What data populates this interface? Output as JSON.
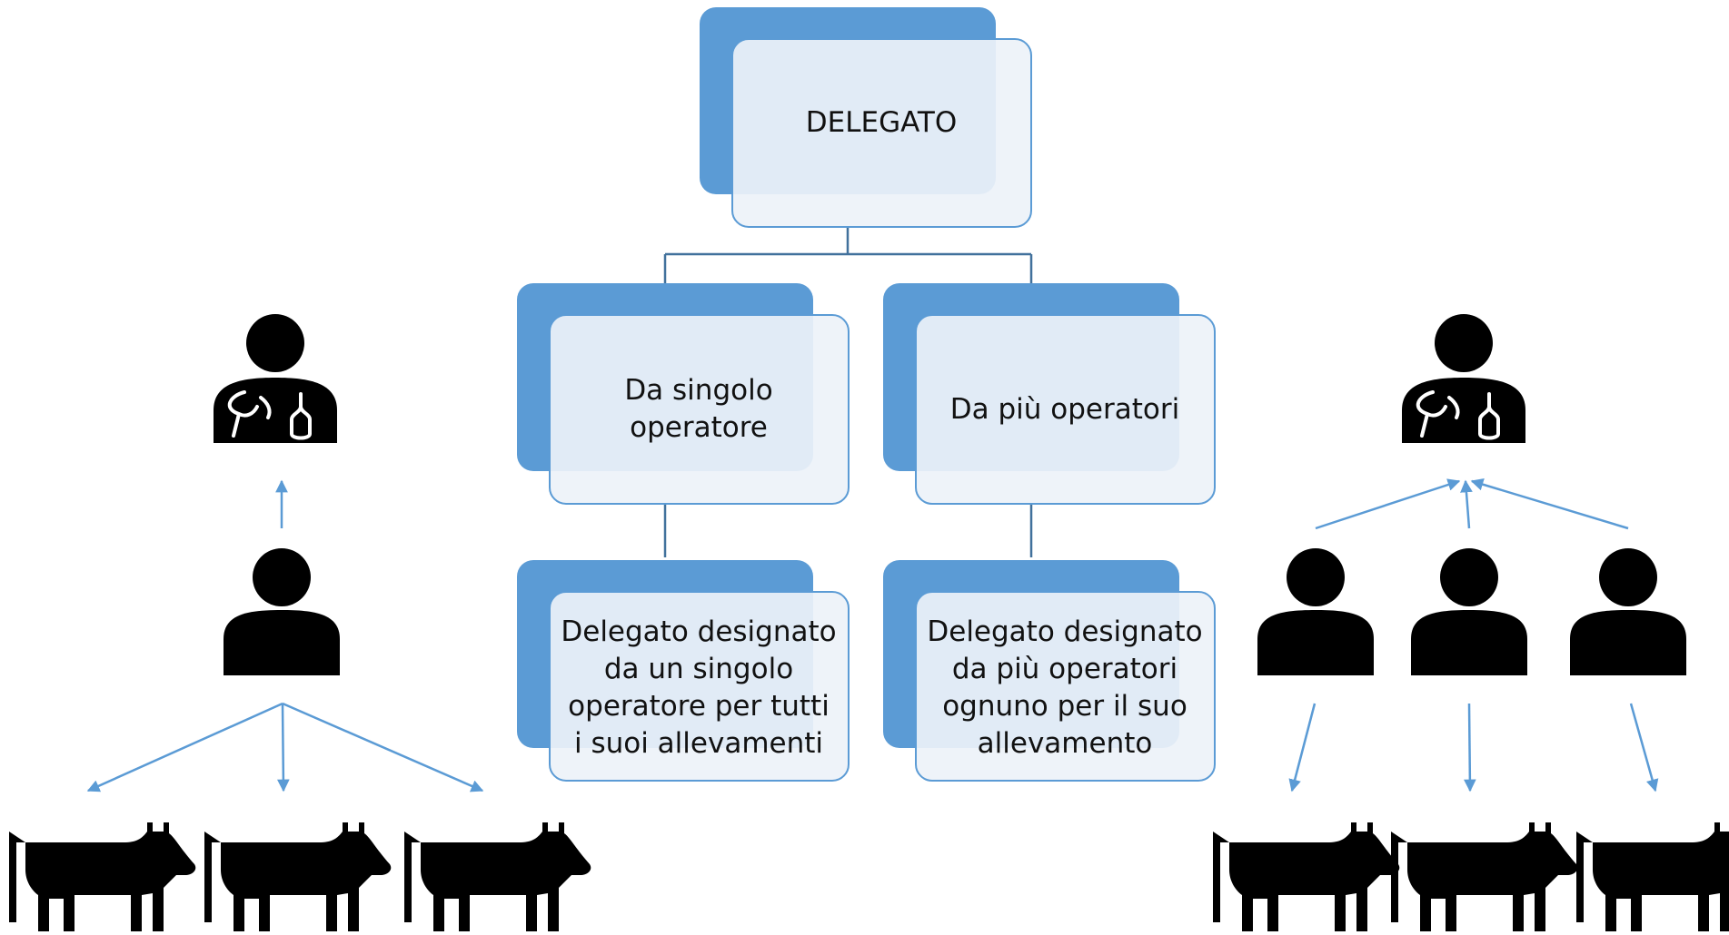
{
  "diagram": {
    "colors": {
      "accent": "#5b9bd5",
      "box_fill": "#edf2f9",
      "connector": "#41719c",
      "icon": "#000000"
    },
    "root": {
      "lines": [
        "DELEGATO"
      ]
    },
    "branches": [
      {
        "label_lines": [
          "Da singolo",
          "operatore"
        ],
        "detail_lines": [
          "Delegato designato",
          "da un singolo",
          "operatore per tutti",
          "i suoi allevamenti"
        ]
      },
      {
        "label_lines": [
          "Da più operatori"
        ],
        "detail_lines": [
          "Delegato designato",
          "da più operatori",
          "ognuno per il suo",
          "allevamento"
        ]
      }
    ],
    "left_illustration": {
      "top_icon": "veterinarian-icon",
      "middle_icons": [
        "person-icon"
      ],
      "bottom_icons": [
        "cow-icon",
        "cow-icon",
        "cow-icon"
      ]
    },
    "right_illustration": {
      "top_icon": "veterinarian-icon",
      "middle_icons": [
        "person-icon",
        "person-icon",
        "person-icon"
      ],
      "bottom_icons": [
        "cow-icon",
        "cow-icon",
        "cow-icon"
      ]
    }
  }
}
